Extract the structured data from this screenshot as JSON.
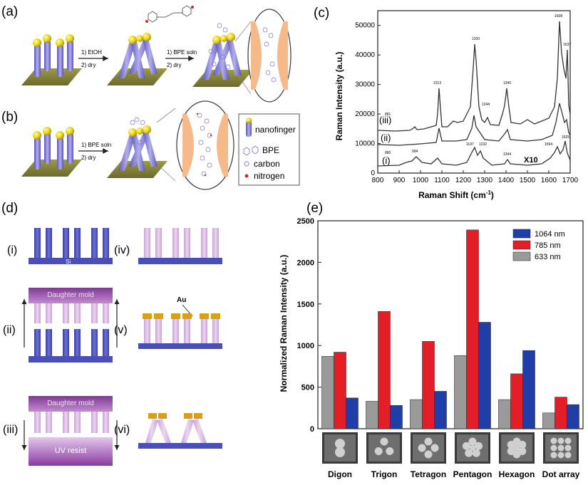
{
  "panel_labels": {
    "a": "(a)",
    "b": "(b)",
    "c": "(c)",
    "d": "(d)",
    "e": "(e)"
  },
  "panel_a": {
    "step1": [
      "1) EtOH",
      "2) dry"
    ],
    "step2": [
      "1) BPE soln",
      "2) dry"
    ]
  },
  "panel_b": {
    "step": [
      "1) BPE soln",
      "2) dry"
    ],
    "legend": {
      "nanofinger": "nanofinger",
      "bpe": "BPE",
      "carbon": "carbon",
      "nitrogen": "nitrogen"
    },
    "colors": {
      "carbon": "#9a8fd0",
      "nitrogen": "#cc2b2b",
      "pillar": "#8c88d8",
      "tip": "#e8d21a",
      "substrate": "#8a8a3a"
    }
  },
  "panel_c": {
    "ylabel": "Raman Intensity (a.u.)",
    "xlabel": "Raman Shift (cm",
    "xlabel_sup": "-1",
    "xlabel_end": ")",
    "xticks": [
      "800",
      "900",
      "1000",
      "1100",
      "1200",
      "1300",
      "1400",
      "1500",
      "1600",
      "1700"
    ],
    "yticks": [
      "0",
      "10000",
      "20000",
      "30000",
      "40000",
      "50000"
    ],
    "curve_labels": [
      "(i)",
      "(ii)",
      "(iii)"
    ],
    "x10": "X10",
    "peak_labels_iii": [
      "881",
      "1013",
      "1200",
      "1244",
      "1340",
      "1608",
      "1637"
    ],
    "peak_labels_i": [
      "880",
      "994",
      "1197",
      "1232",
      "1344",
      "1594",
      "1625"
    ]
  },
  "panel_d": {
    "labels": [
      "(i)",
      "(ii)",
      "(iii)",
      "(iv)",
      "(v)",
      "(vi)"
    ],
    "si": "Si",
    "daughter_mold": "Daughter mold",
    "uv_resist": "UV resist",
    "au": "Au",
    "colors": {
      "pillar_dark": "#4a4fb8",
      "pillar_light": "#d8b4e0",
      "mold": "#a04ab0",
      "gold": "#d8a01a"
    }
  },
  "chart_data": {
    "type": "bar",
    "ylabel": "Normalized Raman Intensity (a.u.)",
    "categories": [
      "Digon",
      "Trigon",
      "Tetragon",
      "Pentagon",
      "Hexagon",
      "Dot array"
    ],
    "ylim": [
      0,
      2500
    ],
    "yticks": [
      "0",
      "500",
      "1000",
      "1500",
      "2000",
      "2500"
    ],
    "legend_position": "top-right",
    "series": [
      {
        "name": "633 nm",
        "color": "#9a9a9a",
        "values": [
          870,
          330,
          350,
          880,
          350,
          190
        ]
      },
      {
        "name": "785 nm",
        "color": "#e41e26",
        "values": [
          920,
          1410,
          1050,
          2390,
          660,
          380
        ]
      },
      {
        "name": "1064 nm",
        "color": "#1f3ea8",
        "values": [
          370,
          280,
          450,
          1280,
          940,
          290
        ]
      }
    ],
    "legend_order": [
      "1064 nm",
      "785 nm",
      "633 nm"
    ]
  }
}
